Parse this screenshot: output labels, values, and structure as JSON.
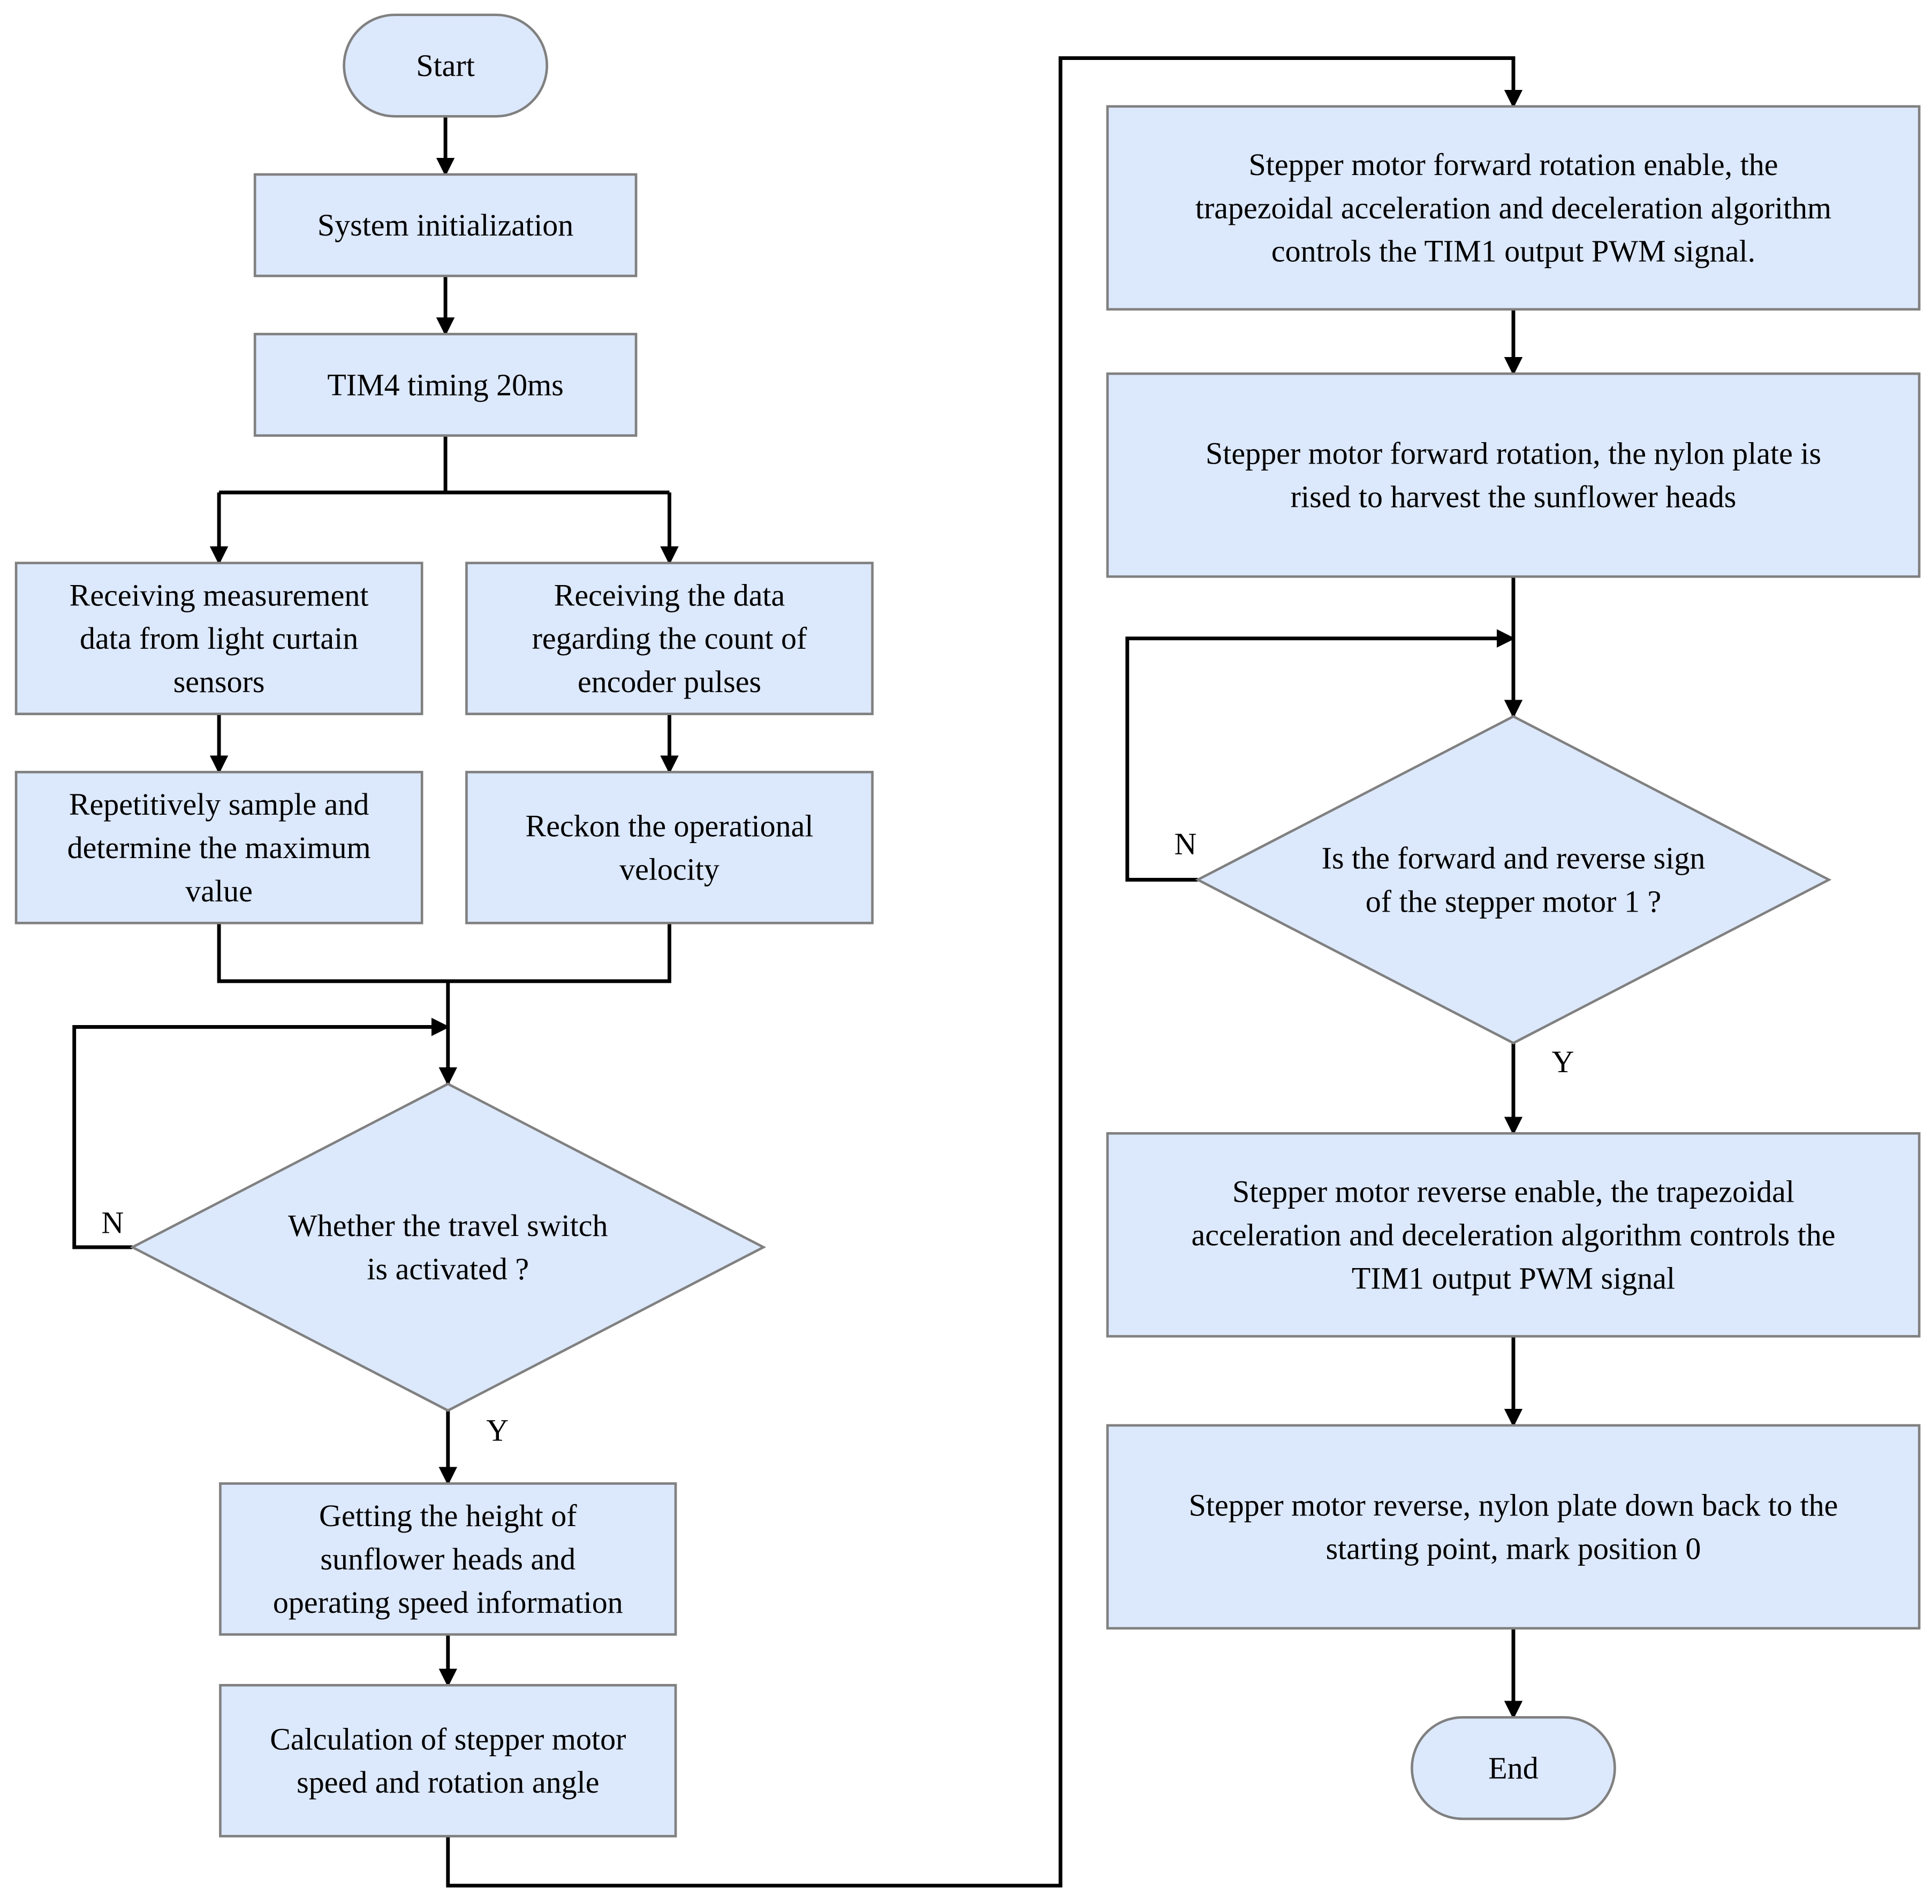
{
  "colors": {
    "node_fill": "#dce8fb",
    "node_stroke": "#808080",
    "edge": "#000000"
  },
  "nodes": {
    "start": {
      "lines": [
        "Start"
      ]
    },
    "system_init": {
      "lines": [
        "System initialization"
      ]
    },
    "tim4": {
      "lines": [
        "TIM4 timing 20ms"
      ]
    },
    "recv_light": {
      "lines": [
        "Receiving measurement",
        "data from light curtain",
        "sensors"
      ]
    },
    "recv_encoder": {
      "lines": [
        "Receiving the data",
        "regarding the count of",
        "encoder pulses"
      ]
    },
    "sample_max": {
      "lines": [
        "Repetitively sample and",
        "determine the maximum",
        "value"
      ]
    },
    "velocity": {
      "lines": [
        "Reckon the operational",
        "velocity"
      ]
    },
    "travel_switch": {
      "lines": [
        "Whether the travel switch",
        "is activated ?"
      ]
    },
    "get_height": {
      "lines": [
        "Getting the height of",
        "sunflower heads and",
        "operating speed information"
      ]
    },
    "calc_motor": {
      "lines": [
        "Calculation of stepper motor",
        "speed and rotation angle"
      ]
    },
    "fwd_enable": {
      "lines": [
        "Stepper motor forward rotation enable, the",
        "trapezoidal acceleration and deceleration algorithm",
        "controls the TIM1 output PWM signal."
      ]
    },
    "fwd_rotation": {
      "lines": [
        "Stepper motor forward rotation, the nylon plate is",
        "rised to harvest the sunflower heads"
      ]
    },
    "sign_check": {
      "lines": [
        "Is the forward and reverse sign",
        "of the stepper motor 1 ?"
      ]
    },
    "rev_enable": {
      "lines": [
        "Stepper motor reverse enable, the trapezoidal",
        "acceleration and deceleration algorithm controls the",
        "TIM1 output PWM signal"
      ]
    },
    "rev_rotation": {
      "lines": [
        "Stepper motor reverse, nylon plate down back to the",
        "starting point, mark position 0"
      ]
    },
    "end": {
      "lines": [
        "End"
      ]
    }
  },
  "edge_labels": {
    "travel_no": "N",
    "travel_yes": "Y",
    "sign_no": "N",
    "sign_yes": "Y"
  }
}
